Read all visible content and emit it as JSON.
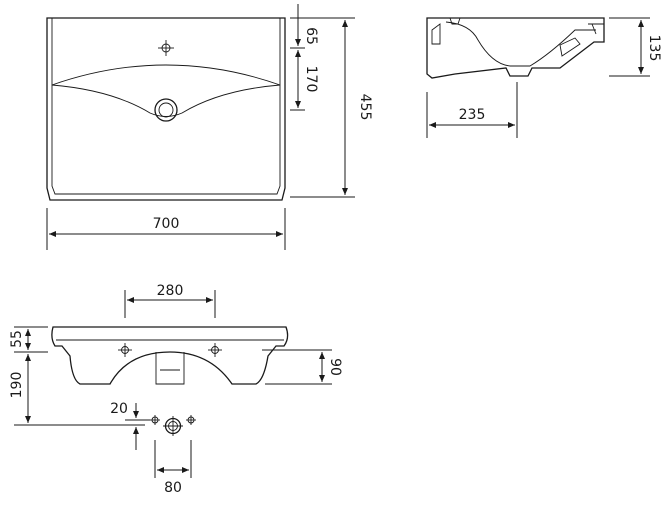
{
  "drawing": {
    "top_view": {
      "width_mm": "700",
      "depth_mm": "455",
      "tap_hole_offset_mm": "65",
      "drain_offset_mm": "170"
    },
    "side_view": {
      "height_mm": "135",
      "depth_mm": "235"
    },
    "front_view": {
      "fixing_span_mm": "280",
      "rim_height_mm": "55",
      "total_height_mm": "190",
      "fixing_height_mm": "90"
    },
    "detail_view": {
      "vertical_offset_mm": "20",
      "horizontal_spacing_mm": "80"
    }
  }
}
